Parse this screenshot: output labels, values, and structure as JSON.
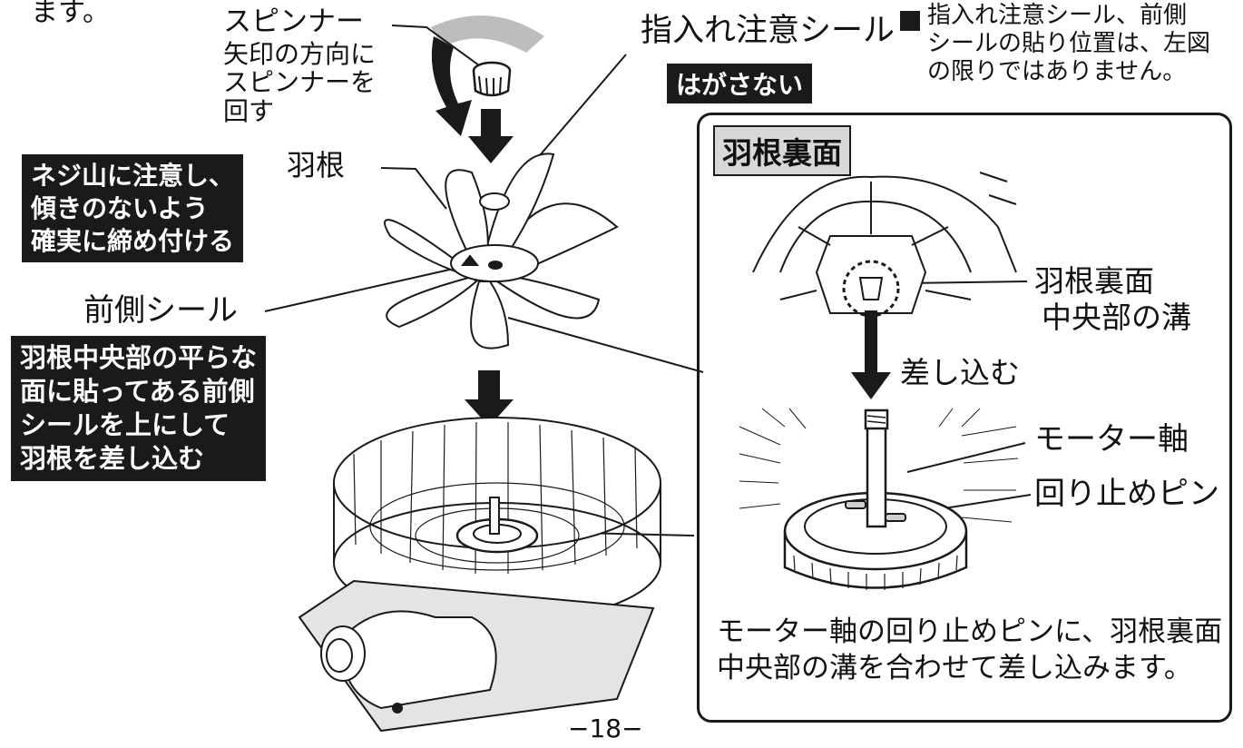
{
  "intro": {
    "fragment": "ます。"
  },
  "spinner": {
    "label": "スピンナー",
    "instruction": [
      "矢印の方向に",
      "スピンナーを",
      "回す"
    ]
  },
  "caution_seal": {
    "label": "指入れ注意シール",
    "badge": "はがさない"
  },
  "note": {
    "bullet": "■",
    "lines": [
      "指入れ注意シール、前側",
      "シールの貼り位置は、左図",
      "の限りではありません。"
    ]
  },
  "blade_label": "羽根",
  "front_seal_label": "前側シール",
  "boxes": {
    "tighten": [
      "ネジ山に注意し、",
      "傾きのないよう",
      "確実に締め付ける"
    ],
    "insert": [
      "羽根中央部の平らな",
      "面に貼ってある前側",
      "シールを上にして",
      "羽根を差し込む"
    ]
  },
  "inset": {
    "title": "羽根裏面",
    "groove_label": [
      "羽根裏面",
      "中央部の溝"
    ],
    "insert_label": "差し込む",
    "shaft_label": "モーター軸",
    "pin_label": "回り止めピン",
    "caption": [
      "モーター軸の回り止めピンに、羽根裏面",
      "中央部の溝を合わせて差し込みます。"
    ]
  },
  "page_number": "−18−",
  "colors": {
    "ink": "#1a1a1a",
    "inverse_text": "#ffffff",
    "shade": "#bdbdbd"
  }
}
